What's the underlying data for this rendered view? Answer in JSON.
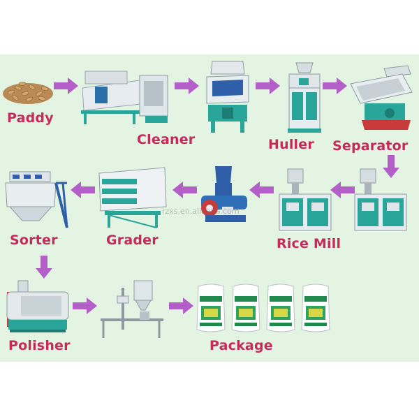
{
  "stages": [
    {
      "id": "paddy",
      "label": "Paddy"
    },
    {
      "id": "cleaner",
      "label": "Cleaner"
    },
    {
      "id": "huller",
      "label": "Huller"
    },
    {
      "id": "separator",
      "label": "Separator"
    },
    {
      "id": "rice_mill",
      "label": "Rice Mill"
    },
    {
      "id": "grader",
      "label": "Grader"
    },
    {
      "id": "sorter",
      "label": "Sorter"
    },
    {
      "id": "polisher",
      "label": "Polisher"
    },
    {
      "id": "package",
      "label": "Package"
    }
  ],
  "watermark": "rzxs.en.alibaba.com",
  "colors": {
    "label": "#c62a5a",
    "arrow": "#b45fc8",
    "background": "#e3f4e3",
    "machine_teal": "#2aa59a"
  },
  "icons": [
    "right-arrow-icon",
    "left-arrow-icon",
    "down-arrow-icon"
  ]
}
